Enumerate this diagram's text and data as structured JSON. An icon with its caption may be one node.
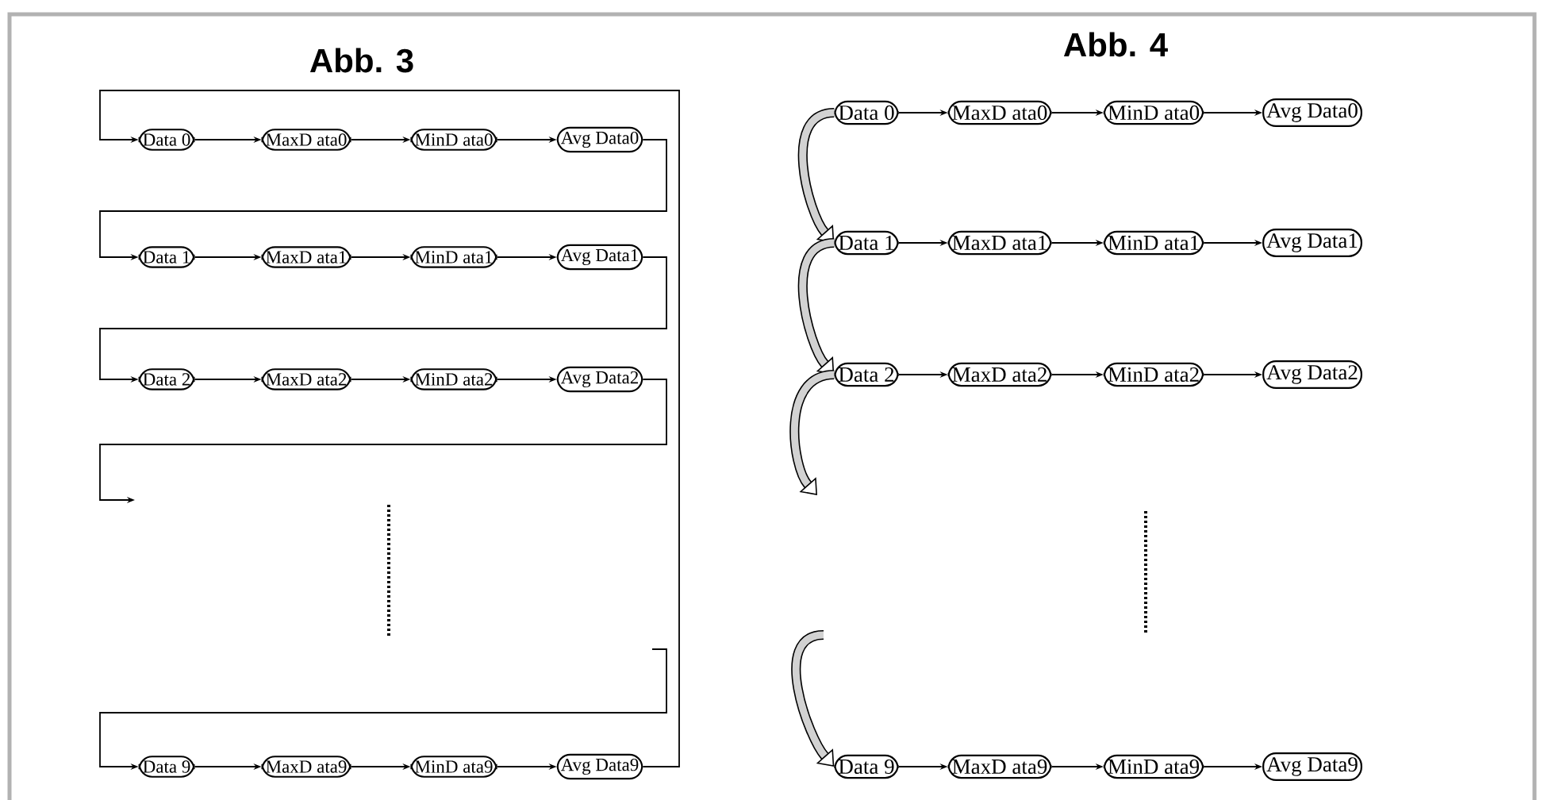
{
  "diagram": {
    "nodes": [
      {
        "text": [
          "Data 0"
        ]
      },
      {
        "text": [
          "MaxD ata0"
        ]
      },
      {
        "text": [
          "MinD ata0"
        ]
      },
      {
        "text": [
          "Avg Data0"
        ]
      },
      {
        "text": [
          "Data 1"
        ]
      },
      {
        "text": [
          "MaxD ata1"
        ]
      },
      {
        "text": [
          "MinD ata1"
        ]
      },
      {
        "text": [
          "Avg Data1"
        ]
      },
      {
        "text": [
          "Data 2"
        ]
      },
      {
        "text": [
          "MaxD ata2"
        ]
      },
      {
        "text": [
          "MinD ata2"
        ]
      },
      {
        "text": [
          "Avg Data2"
        ]
      },
      {
        "text": [
          "Data 9"
        ]
      },
      {
        "text": [
          "MaxD ata9"
        ]
      },
      {
        "text": [
          "MinD ata9"
        ]
      },
      {
        "text": [
          "Avg Data9"
        ]
      },
      {
        "text": [
          "Data 0"
        ]
      },
      {
        "text": [
          "MaxD ata0"
        ]
      },
      {
        "text": [
          "MinD ata0"
        ]
      },
      {
        "text": [
          "Avg Data0"
        ]
      },
      {
        "text": [
          "Data 1"
        ]
      },
      {
        "text": [
          "MaxD ata1"
        ]
      },
      {
        "text": [
          "MinD ata1"
        ]
      },
      {
        "text": [
          "Avg Data1"
        ]
      },
      {
        "text": [
          "Data 2"
        ]
      },
      {
        "text": [
          "MaxD ata2"
        ]
      },
      {
        "text": [
          "MinD ata2"
        ]
      },
      {
        "text": [
          "Avg Data2"
        ]
      },
      {
        "text": [
          "Data 9"
        ]
      },
      {
        "text": [
          "MaxD ata9"
        ]
      },
      {
        "text": [
          "MinD ata9"
        ]
      },
      {
        "text": [
          "Avg Data9"
        ]
      }
    ],
    "edges": [
      {
        "from": 0,
        "to": 1,
        "arrow": "to"
      },
      {
        "from": 1,
        "to": 2,
        "arrow": "to"
      },
      {
        "from": 2,
        "to": 3,
        "arrow": "to"
      },
      {
        "from": 4,
        "to": 5,
        "arrow": "to"
      },
      {
        "from": 5,
        "to": 6,
        "arrow": "to"
      },
      {
        "from": 6,
        "to": 7,
        "arrow": "to"
      },
      {
        "from": 8,
        "to": 9,
        "arrow": "to"
      },
      {
        "from": 9,
        "to": 10,
        "arrow": "to"
      },
      {
        "from": 10,
        "to": 11,
        "arrow": "to"
      },
      {
        "from": 12,
        "to": 13,
        "arrow": "to"
      },
      {
        "from": 13,
        "to": 14,
        "arrow": "to"
      },
      {
        "from": 14,
        "to": 15,
        "arrow": "to"
      },
      {
        "from": 3,
        "to": 4,
        "arrow": "to"
      },
      {
        "from": 7,
        "to": 8,
        "arrow": "to"
      },
      {
        "from": 11,
        "to": null,
        "arrow": "to"
      },
      {
        "from": null,
        "to": 12,
        "arrow": "to"
      },
      {
        "from": 15,
        "to": 0,
        "arrow": "to"
      },
      {
        "from": 16,
        "to": 17,
        "arrow": "to"
      },
      {
        "from": 17,
        "to": 18,
        "arrow": "to"
      },
      {
        "from": 18,
        "to": 19,
        "arrow": "to"
      },
      {
        "from": 20,
        "to": 21,
        "arrow": "to"
      },
      {
        "from": 21,
        "to": 22,
        "arrow": "to"
      },
      {
        "from": 22,
        "to": 23,
        "arrow": "to"
      },
      {
        "from": 24,
        "to": 25,
        "arrow": "to"
      },
      {
        "from": 25,
        "to": 26,
        "arrow": "to"
      },
      {
        "from": 26,
        "to": 27,
        "arrow": "to"
      },
      {
        "from": 28,
        "to": 29,
        "arrow": "to"
      },
      {
        "from": 29,
        "to": 30,
        "arrow": "to"
      },
      {
        "from": 30,
        "to": 31,
        "arrow": "to"
      },
      {
        "from": 16,
        "to": 20,
        "arrow": "to",
        "style": "thick"
      },
      {
        "from": 20,
        "to": 24,
        "arrow": "to",
        "style": "thick"
      },
      {
        "from": 24,
        "to": null,
        "arrow": "to",
        "style": "thick"
      },
      {
        "from": null,
        "to": 28,
        "arrow": "to",
        "style": "thick"
      }
    ],
    "labels": [
      "Abb. 3",
      "Abb. 4"
    ]
  }
}
